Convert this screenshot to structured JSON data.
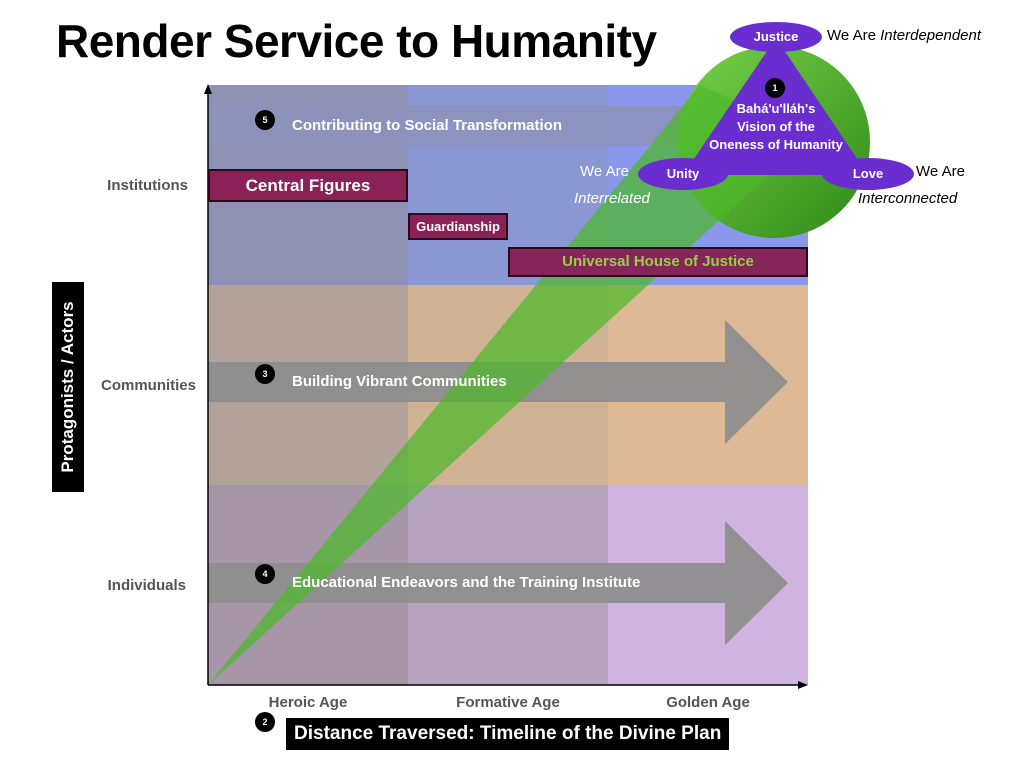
{
  "title": "Render Service to Humanity",
  "y_axis_title": "Protagonists / Actors",
  "x_axis_title": "Distance Traversed: Timeline of the Divine Plan",
  "x_axis_badge": "2",
  "rows": [
    {
      "label": "Institutions"
    },
    {
      "label": "Communities"
    },
    {
      "label": "Individuals"
    }
  ],
  "ages": [
    {
      "label": "Heroic Age"
    },
    {
      "label": "Formative Age"
    },
    {
      "label": "Golden Age"
    }
  ],
  "arrows": [
    {
      "number": "5",
      "label": "Contributing to Social Transformation"
    },
    {
      "number": "3",
      "label": "Building Vibrant Communities"
    },
    {
      "number": "4",
      "label": "Educational Endeavors and the Training Institute"
    }
  ],
  "institution_phases": [
    {
      "label": "Central Figures"
    },
    {
      "label": "Guardianship"
    },
    {
      "label": "Universal House of Justice"
    }
  ],
  "vision": {
    "number": "1",
    "lines": [
      "Bahá'u'lláh's",
      "Vision of the",
      "Oneness of Humanity"
    ],
    "justice": "Justice",
    "unity": "Unity",
    "love": "Love",
    "interdependent_prefix": "We Are",
    "interdependent_word": "Interdependent",
    "interrelated_prefix": "We Are",
    "interrelated_word": "Interrelated",
    "interconnected_prefix": "We Are",
    "interconnected_word": "Interconnected"
  },
  "colors": {
    "institutions_row": "#8e97d6",
    "communities_row": "#dfb995",
    "individuals_row": "#c8a7de",
    "arrow": "#8a8a8a",
    "green_cone": "#5fb83a",
    "purple": "#6a2ed0",
    "phase_box": "#8b2257"
  }
}
